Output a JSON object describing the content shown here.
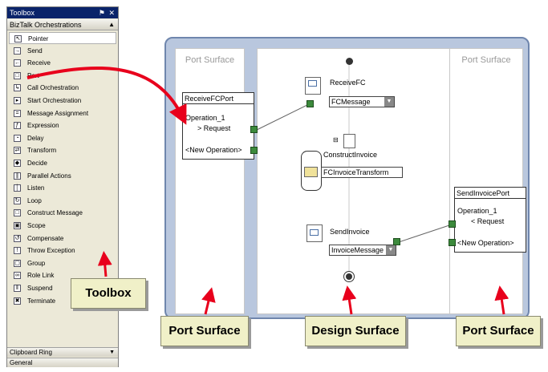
{
  "toolbox": {
    "title": "Toolbox",
    "pin_glyph": "⚑",
    "close_glyph": "✕",
    "section": "BizTalk Orchestrations",
    "items": [
      {
        "label": "Pointer",
        "icon": "pointer-icon",
        "glyph": "↖"
      },
      {
        "label": "Send",
        "icon": "send-icon",
        "glyph": "→"
      },
      {
        "label": "Receive",
        "icon": "receive-icon",
        "glyph": "←"
      },
      {
        "label": "Port",
        "icon": "port-icon",
        "glyph": "□"
      },
      {
        "label": "Call Orchestration",
        "icon": "call-orchestration-icon",
        "glyph": "↳"
      },
      {
        "label": "Start Orchestration",
        "icon": "start-orchestration-icon",
        "glyph": "▸"
      },
      {
        "label": "Message Assignment",
        "icon": "message-assignment-icon",
        "glyph": "="
      },
      {
        "label": "Expression",
        "icon": "expression-icon",
        "glyph": "ƒ"
      },
      {
        "label": "Delay",
        "icon": "delay-icon",
        "glyph": "◔"
      },
      {
        "label": "Transform",
        "icon": "transform-icon",
        "glyph": "⇄"
      },
      {
        "label": "Decide",
        "icon": "decide-icon",
        "glyph": "◆"
      },
      {
        "label": "Parallel Actions",
        "icon": "parallel-actions-icon",
        "glyph": "∥"
      },
      {
        "label": "Listen",
        "icon": "listen-icon",
        "glyph": "│"
      },
      {
        "label": "Loop",
        "icon": "loop-icon",
        "glyph": "↻"
      },
      {
        "label": "Construct Message",
        "icon": "construct-message-icon",
        "glyph": "□"
      },
      {
        "label": "Scope",
        "icon": "scope-icon",
        "glyph": "▣"
      },
      {
        "label": "Compensate",
        "icon": "compensate-icon",
        "glyph": "↺"
      },
      {
        "label": "Throw Exception",
        "icon": "throw-exception-icon",
        "glyph": "!"
      },
      {
        "label": "Group",
        "icon": "group-icon",
        "glyph": "▢"
      },
      {
        "label": "Role Link",
        "icon": "role-link-icon",
        "glyph": "∞"
      },
      {
        "label": "Suspend",
        "icon": "suspend-icon",
        "glyph": "‖"
      },
      {
        "label": "Terminate",
        "icon": "terminate-icon",
        "glyph": "✖"
      }
    ],
    "footer_1": "Clipboard Ring",
    "footer_2": "General"
  },
  "surfaces": {
    "left_title": "Port Surface",
    "right_title": "Port Surface"
  },
  "left_port": {
    "name": "ReceiveFCPort",
    "operation": "Operation_1",
    "request": "> Request",
    "new_op": "<New Operation>"
  },
  "right_port": {
    "name": "SendInvoicePort",
    "operation": "Operation_1",
    "request": "< Request",
    "new_op": "<New Operation>"
  },
  "shapes": {
    "receive_label": "ReceiveFC",
    "receive_message": "FCMessage",
    "construct_label": "ConstructInvoice",
    "transform_label": "FCInvoiceTransform",
    "send_label": "SendInvoice",
    "send_message": "InvoiceMessage"
  },
  "callouts": {
    "toolbox": "Toolbox",
    "left_port": "Port Surface",
    "design": "Design Surface",
    "right_port": "Port Surface"
  },
  "colors": {
    "arrow": "#e8001c",
    "port_connector": "#3c8a3c",
    "canvas_frame": "#b9c7de"
  }
}
